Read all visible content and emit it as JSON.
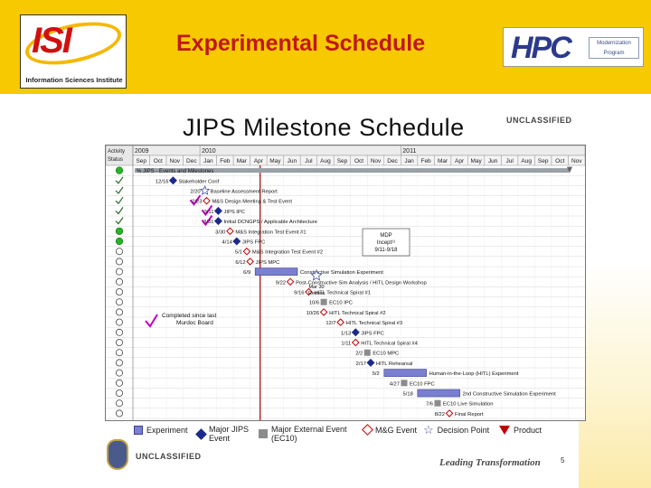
{
  "header": {
    "title": "Experimental Schedule",
    "isi_logo_text": "ISI",
    "isi_logo_subtitle": "Information Sciences Institute",
    "hpc_logo_text": "HPC",
    "hpc_logo_tag": "Modernization Program",
    "colors": {
      "banner": "#f7c900",
      "title": "#c01818"
    }
  },
  "slide": {
    "schedule_title": "JIPS Milestone Schedule",
    "classification_top": "UNCLASSIFIED",
    "classification_bottom": "UNCLASSIFIED",
    "footer_tagline": "Leading Transformation",
    "page_number": "5"
  },
  "chart_data": {
    "type": "table",
    "status_header": "Activity Status",
    "years": [
      "2009",
      "2010",
      "2011"
    ],
    "months": [
      "Sep",
      "Oct",
      "Nov",
      "Dec",
      "Jan",
      "Feb",
      "Mar",
      "Apr",
      "May",
      "Jun",
      "Jul",
      "Aug",
      "Sep",
      "Oct",
      "Nov",
      "Dec",
      "Jan",
      "Feb",
      "Mar",
      "Apr",
      "May",
      "Jun",
      "Jul",
      "Aug",
      "Sep",
      "Oct",
      "Nov"
    ],
    "rows": [
      {
        "status": "green",
        "month": 0.6,
        "label": "%  JIPS - Events and Milestones",
        "summary": true
      },
      {
        "status": "check",
        "month": 2.4,
        "date": "12/16",
        "symbol": "major",
        "label": "Stakeholder Conf"
      },
      {
        "status": "check",
        "month": 4.3,
        "date": "2/20",
        "symbol": "decision",
        "label": "Baseline Assessment Report"
      },
      {
        "status": "check",
        "month": 4.4,
        "date": "2/23",
        "symbol": "mg",
        "label": "M&S Design Meeting & Test Event"
      },
      {
        "status": "check",
        "month": 5.1,
        "date": "3/11",
        "symbol": "major",
        "label": "JIPS IPC"
      },
      {
        "status": "check",
        "month": 5.1,
        "date": "3/31",
        "symbol": "major",
        "label": "Initial DCNGPS / Applicable Architecture"
      },
      {
        "status": "green",
        "month": 5.8,
        "date": "3/30",
        "symbol": "mg",
        "label": "M&S Integration Test Event #1"
      },
      {
        "status": "green",
        "month": 6.2,
        "date": "4/14",
        "symbol": "major",
        "label": "JIPS FPC"
      },
      {
        "status": "open",
        "month": 6.8,
        "date": "5/1",
        "symbol": "mg",
        "label": "M&S Integration Test Event #2"
      },
      {
        "status": "open",
        "month": 7.0,
        "date": "6/12",
        "symbol": "mg",
        "label": "JIPS MPC"
      },
      {
        "status": "open",
        "month": 7.3,
        "date": "6/9",
        "symbol": "bar",
        "label": "Constructive Simulation Experiment"
      },
      {
        "status": "open",
        "month": 9.4,
        "date": "9/22",
        "symbol": "mg",
        "label": "Post-Constructive Sim Analysis / HITL Design Workshop"
      },
      {
        "status": "open",
        "month": 10.5,
        "date": "9/16",
        "symbol": "mg",
        "label": "HITL Technical Spiral #1"
      },
      {
        "status": "open",
        "month": 11.4,
        "date": "10/6",
        "symbol": "gray",
        "label": "EC10 IPC"
      },
      {
        "status": "open",
        "month": 11.4,
        "date": "10/26",
        "symbol": "mg",
        "label": "HITL Technical Spiral #2"
      },
      {
        "status": "open",
        "month": 12.4,
        "date": "12/7",
        "symbol": "mg",
        "label": "HITL Technical Spiral #3"
      },
      {
        "status": "open",
        "month": 13.3,
        "date": "1/13",
        "symbol": "major",
        "label": "JIPS FPC"
      },
      {
        "status": "open",
        "month": 13.3,
        "date": "1/11",
        "symbol": "mg",
        "label": "HITL Technical Spiral #4"
      },
      {
        "status": "open",
        "month": 14.0,
        "date": "2/2",
        "symbol": "gray",
        "label": "EC10 MPC"
      },
      {
        "status": "open",
        "month": 14.2,
        "date": "2/17",
        "symbol": "major",
        "label": "HITL Rehearsal"
      },
      {
        "status": "open",
        "month": 15.0,
        "date": "5/2",
        "symbol": "bar",
        "label": "Human-in-the-Loop (HITL) Experiment"
      },
      {
        "status": "open",
        "month": 16.2,
        "date": "4/27",
        "symbol": "gray",
        "label": "EC10 FPC"
      },
      {
        "status": "open",
        "month": 17.0,
        "date": "5/18",
        "symbol": "bar",
        "label": "2nd Constructive Simulation Experiment"
      },
      {
        "status": "open",
        "month": 18.2,
        "date": "7/6",
        "symbol": "gray",
        "label": "EC10 Live Simulation"
      },
      {
        "status": "open",
        "month": 18.9,
        "date": "8/22",
        "symbol": "mg",
        "label": "Final Report"
      }
    ],
    "annotations": [
      {
        "text": "MDP Incept¹¹ 9/11-9/18",
        "kind": "box"
      },
      {
        "text": "Mar 30 Review",
        "kind": "star"
      },
      {
        "text": "Completed since last Murdoc Board",
        "kind": "note"
      }
    ],
    "today_month": 7.6,
    "colors": {
      "major": "#1c2a8c",
      "mg": "#c00000",
      "gray": "#8c8c8c",
      "bar": "#7a7fd0",
      "check": "#c000c0",
      "green": "#28b428",
      "today": "#a00000"
    }
  },
  "legend": [
    {
      "icon": "experiment",
      "label": "Experiment"
    },
    {
      "icon": "major",
      "label": "Major JIPS Event"
    },
    {
      "icon": "gray",
      "label": "Major External Event (EC10)"
    },
    {
      "icon": "mg",
      "label": "M&G Event"
    },
    {
      "icon": "decision",
      "label": "Decision Point"
    },
    {
      "icon": "product",
      "label": "Product"
    }
  ]
}
